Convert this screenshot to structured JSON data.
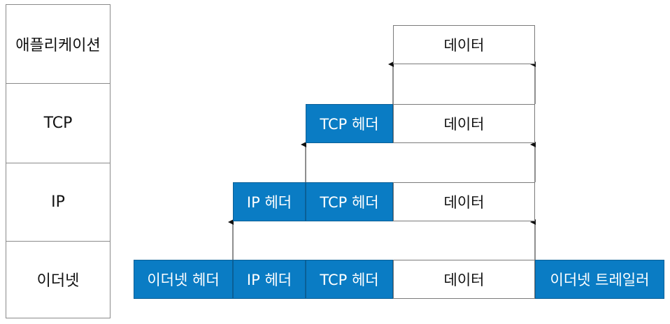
{
  "layers": [
    "애플리케이션",
    "TCP",
    "IP",
    "이더넷"
  ],
  "rows": {
    "application": {
      "data": "데이터"
    },
    "tcp": {
      "tcp_header": "TCP 헤더",
      "data": "데이터"
    },
    "ip": {
      "ip_header": "IP 헤더",
      "tcp_header": "TCP 헤더",
      "data": "데이터"
    },
    "ethernet": {
      "eth_header": "이더넷 헤더",
      "ip_header": "IP 헤더",
      "tcp_header": "TCP 헤더",
      "data": "데이터",
      "eth_trailer": "이더넷 트레일러"
    }
  },
  "colors": {
    "header_fill": "#0a7cc4",
    "header_text": "#ffffff",
    "border": "#7a7a7a"
  }
}
